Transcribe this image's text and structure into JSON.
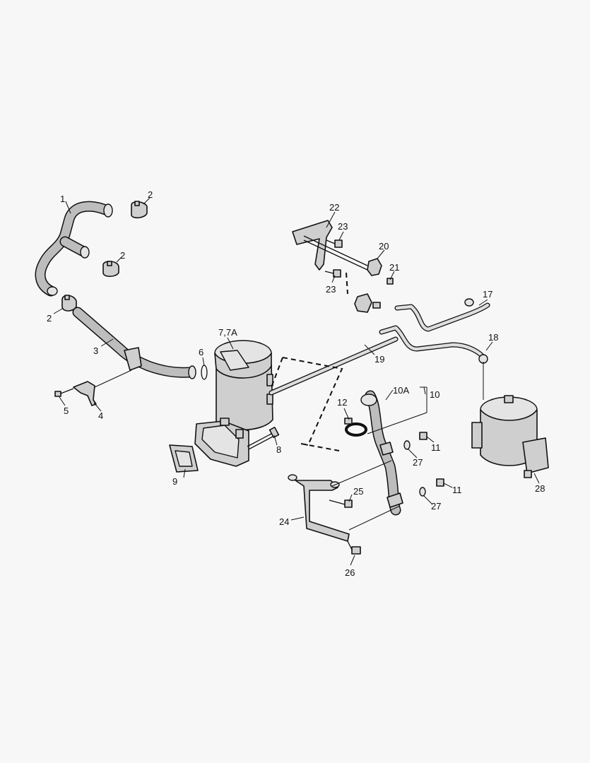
{
  "labels": {
    "l1": "1",
    "l2a": "2",
    "l2b": "2",
    "l2c": "2",
    "l3": "3",
    "l4": "4",
    "l5": "5",
    "l6": "6",
    "l7": "7,7A",
    "l8": "8",
    "l9": "9",
    "l10": "10",
    "l10a": "10A",
    "l11a": "11",
    "l11b": "11",
    "l12": "12",
    "l17": "17",
    "l18": "18",
    "l19": "19",
    "l20": "20",
    "l21": "21",
    "l22": "22",
    "l23a": "23",
    "l23b": "23",
    "l24": "24",
    "l25": "25",
    "l26": "26",
    "l27a": "27",
    "l27b": "27",
    "l28": "28"
  }
}
